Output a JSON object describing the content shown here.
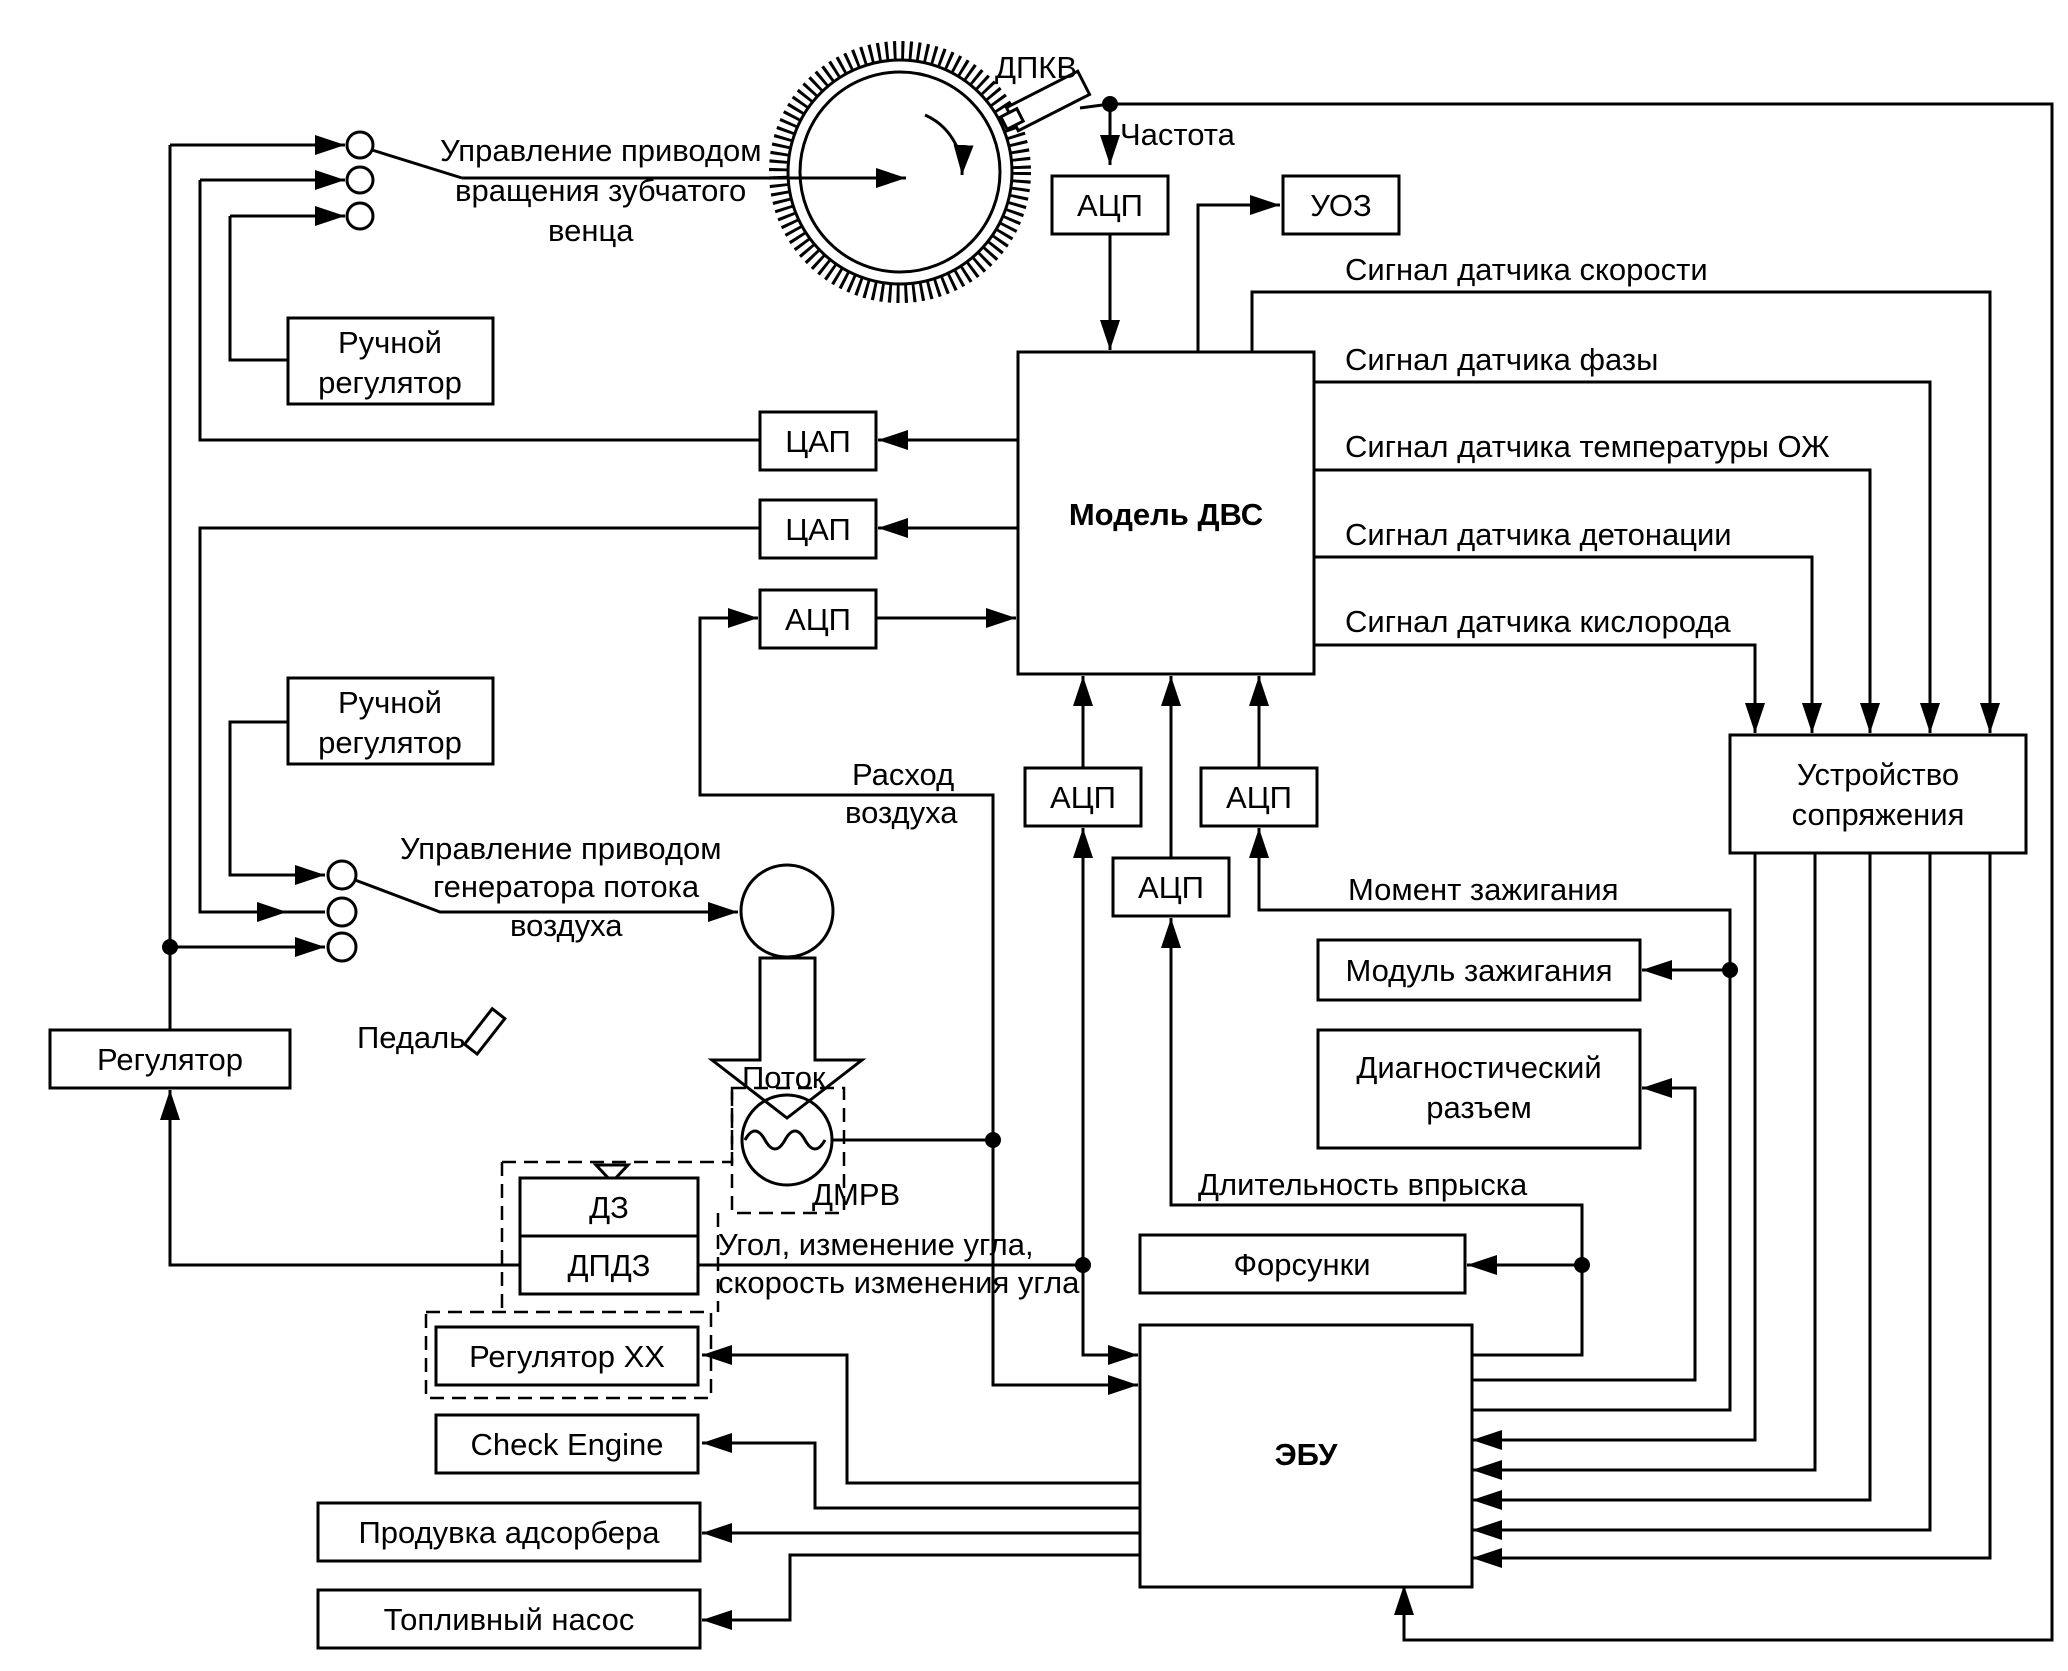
{
  "blocks": {
    "dpkv": "ДПКВ",
    "adc_top": "АЦП",
    "uoz": "УОЗ",
    "manual_regulator_top_l1": "Ручной",
    "manual_regulator_top_l2": "регулятор",
    "dac1": "ЦАП",
    "dac2": "ЦАП",
    "adc_left": "АЦП",
    "engine_model": "Модель ДВС",
    "manual_regulator_mid_l1": "Ручной",
    "manual_regulator_mid_l2": "регулятор",
    "adc_b1": "АЦП",
    "adc_b2": "АЦП",
    "adc_b3": "АЦП",
    "interface_l1": "Устройство",
    "interface_l2": "сопряжения",
    "regulator": "Регулятор",
    "ignition_module": "Модуль зажигания",
    "diag_l1": "Диагностический",
    "diag_l2": "разъем",
    "dz": "ДЗ",
    "dpdz": "ДПДЗ",
    "injectors": "Форсунки",
    "idle_regulator": "Регулятор ХХ",
    "ecu": "ЭБУ",
    "check_engine": "Check Engine",
    "adsorber_purge": "Продувка адсорбера",
    "fuel_pump": "Топливный насос",
    "dmrv": "ДМРВ"
  },
  "labels": {
    "crown_drive_l1": "Управление приводом",
    "crown_drive_l2": "вращения зубчатого",
    "crown_drive_l3": "венца",
    "frequency": "Частота",
    "speed_sensor": "Сигнал датчика скорости",
    "phase_sensor": "Сигнал датчика фазы",
    "coolant_temp": "Сигнал датчика температуры ОЖ",
    "knock_sensor": "Сигнал датчика детонации",
    "oxygen_sensor": "Сигнал датчика кислорода",
    "air_flow_l1": "Расход",
    "air_flow_l2": "воздуха",
    "airflow_drive_l1": "Управление приводом",
    "airflow_drive_l2": "генератора потока",
    "airflow_drive_l3": "воздуха",
    "ignition_moment": "Момент зажигания",
    "pedal": "Педаль",
    "flow": "Поток",
    "injection_duration": "Длительность впрыска",
    "angle_l1": "Угол, изменение угла,",
    "angle_l2": "скорость изменения угла"
  },
  "colors": {
    "line": "#000000",
    "background": "#ffffff"
  }
}
